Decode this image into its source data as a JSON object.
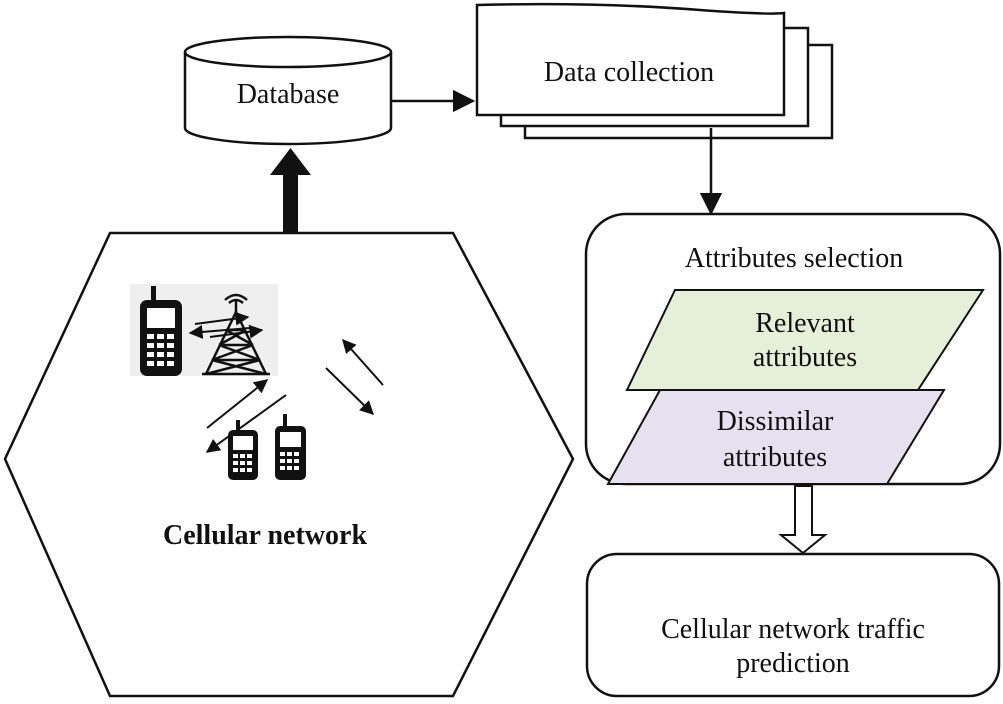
{
  "nodes": {
    "database": {
      "label": "Database"
    },
    "data_collection": {
      "label": "Data collection"
    },
    "attributes_selection": {
      "label": "Attributes selection",
      "relevant": {
        "line1": "Relevant",
        "line2": "attributes"
      },
      "dissimilar": {
        "line1": "Dissimilar",
        "line2": "attributes"
      }
    },
    "prediction": {
      "line1": "Cellular network traffic",
      "line2": "prediction"
    },
    "cellular_network": {
      "label": "Cellular network"
    }
  },
  "colors": {
    "relevant_fill": "#e6efd9",
    "dissimilar_fill": "#e5e1ee",
    "stroke": "#111111"
  },
  "icons": [
    "phone-icon",
    "cell-tower-icon",
    "signal-arrows-icon"
  ]
}
